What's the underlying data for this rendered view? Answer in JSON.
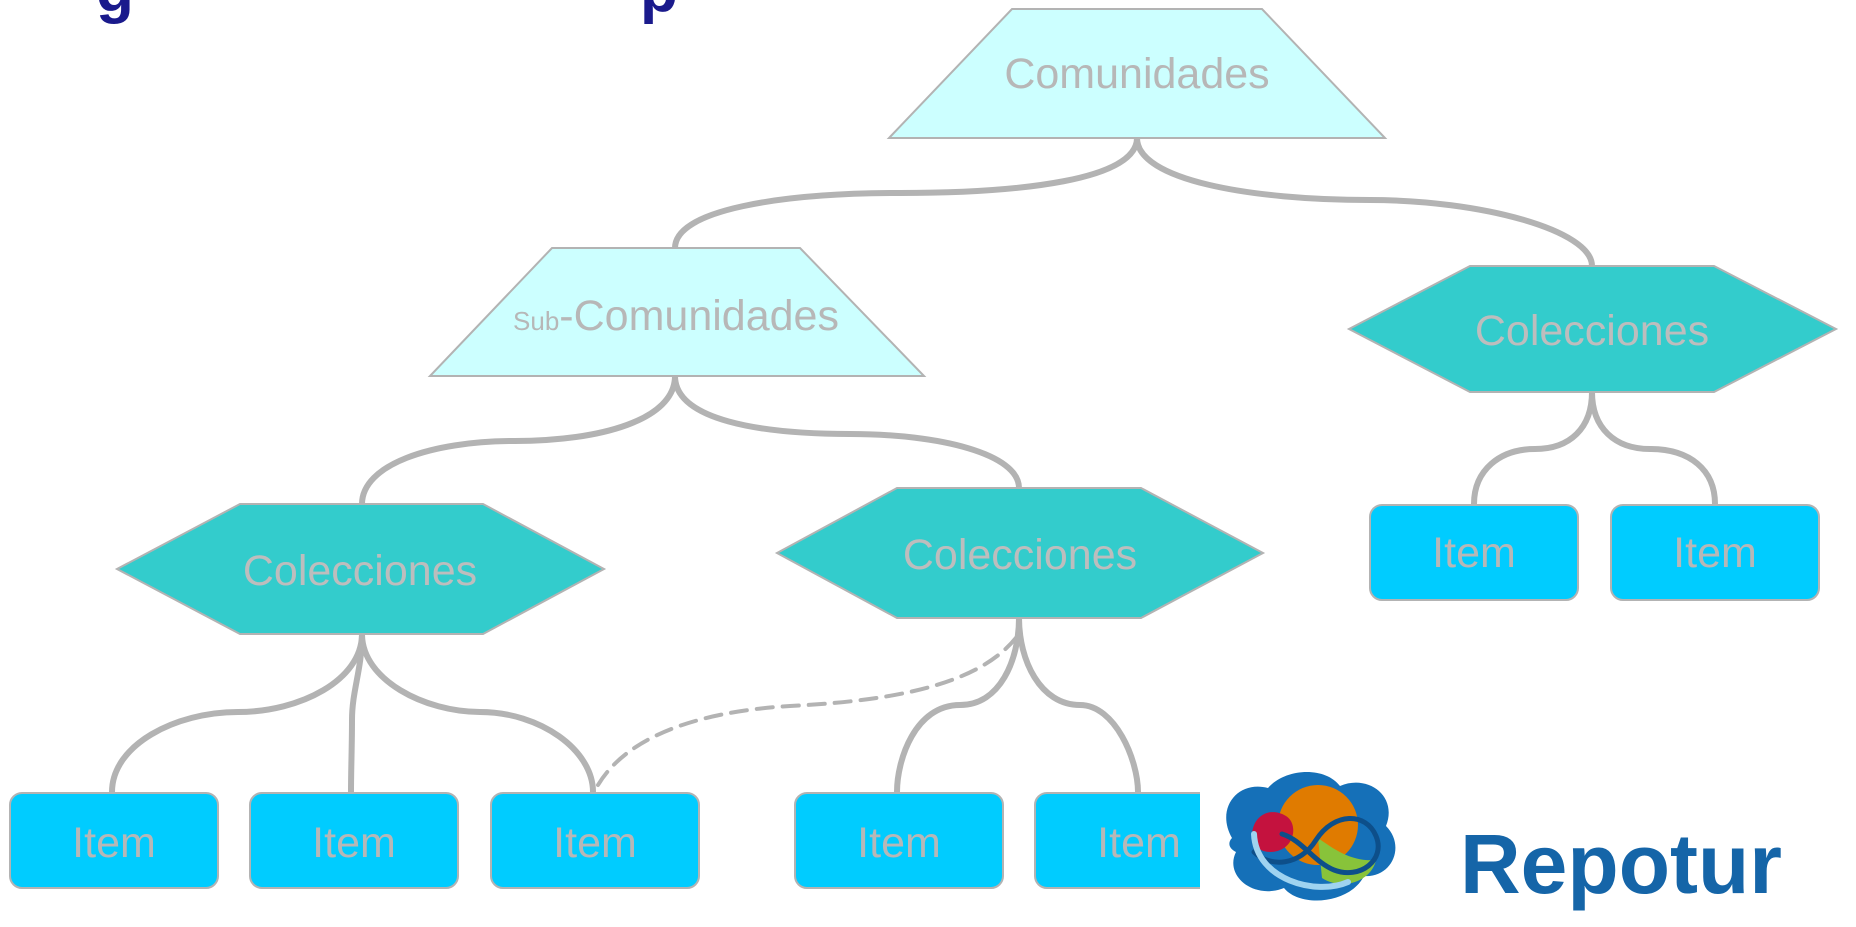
{
  "title_fragments": {
    "left": "g",
    "right": "p"
  },
  "nodes": {
    "root": {
      "label": "Comunidades"
    },
    "sub": {
      "prefix": "Sub",
      "label": "-Comunidades"
    },
    "col_left": {
      "label": "Colecciones"
    },
    "col_middle": {
      "label": "Colecciones"
    },
    "col_right": {
      "label": "Colecciones"
    },
    "item_1": {
      "label": "Item"
    },
    "item_2": {
      "label": "Item"
    },
    "item_3": {
      "label": "Item"
    },
    "item_4": {
      "label": "Item"
    },
    "item_5": {
      "label": "Item"
    },
    "item_6": {
      "label": "Item"
    },
    "item_7": {
      "label": "Item"
    }
  },
  "logo": {
    "text": "Repotur"
  },
  "colors": {
    "community_fill": "#ccffff",
    "collection_fill": "#33cccc",
    "item_fill": "#00ccff",
    "connector": "#b3b3b3",
    "label": "#b7b7b7",
    "title": "#1a1a8c",
    "logo_text": "#1565a8"
  }
}
